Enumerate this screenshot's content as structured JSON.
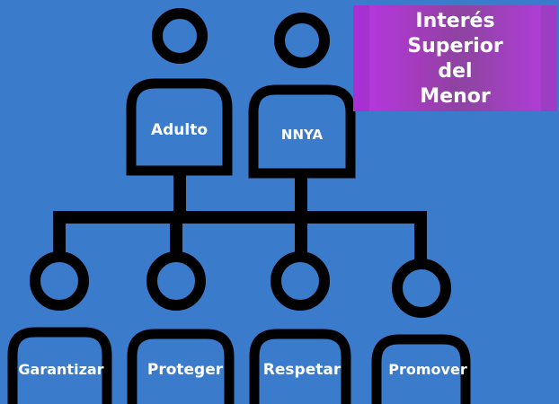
{
  "title": {
    "lines": [
      "Interés",
      "Superior",
      "del",
      "Menor"
    ]
  },
  "top_nodes": [
    {
      "label": "Adulto"
    },
    {
      "label": "NNYA"
    }
  ],
  "bottom_nodes": [
    {
      "label": "Garantizar"
    },
    {
      "label": "Proteger"
    },
    {
      "label": "Respetar"
    },
    {
      "label": "Promover"
    }
  ],
  "colors": {
    "background": "#3b7bcc",
    "stroke": "#000000",
    "text": "#ffffff",
    "title_box": "#9b3bb0"
  }
}
